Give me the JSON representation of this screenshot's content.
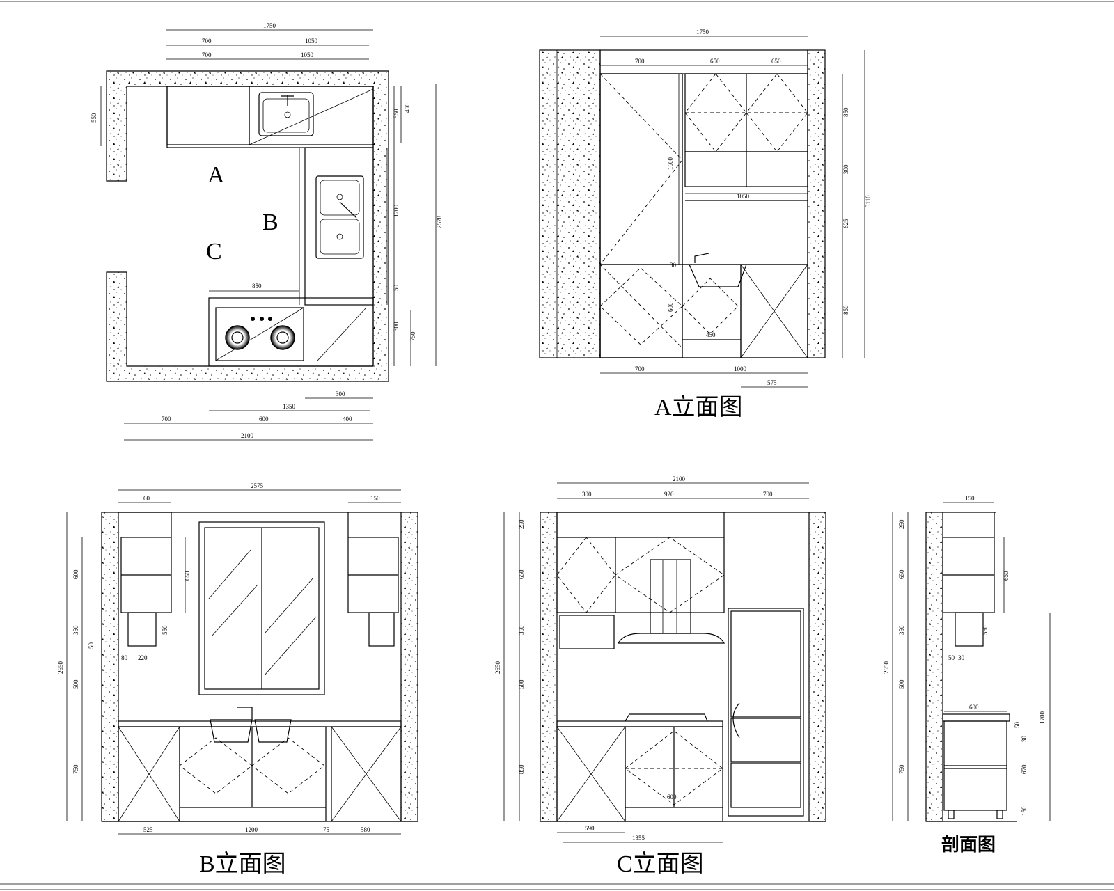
{
  "sheet": {
    "titles": {
      "a_elevation": "A立面图",
      "b_elevation": "B立面图",
      "c_elevation": "C立面图",
      "section": "剖面图"
    },
    "room_labels": {
      "a": "A",
      "b": "B",
      "c": "C"
    }
  },
  "plan": {
    "dims_top": {
      "total": "1750",
      "seg1": "700",
      "seg2": "1050",
      "seg3": "700",
      "seg4": "1050"
    },
    "dims_bottom": {
      "d300": "300",
      "d1350": "1350",
      "d700": "700",
      "d600": "600",
      "d400": "400",
      "d2100": "2100"
    },
    "dims_left": {
      "d550": "550"
    },
    "dims_right": {
      "d450": "450",
      "d550": "550",
      "d1200": "1200",
      "d50": "50",
      "d300": "300",
      "d750": "750",
      "d2578": "2578"
    },
    "stove_dim": "850"
  },
  "a_elev": {
    "dims_top": {
      "total": "1750",
      "d700": "700",
      "d650a": "650",
      "d650b": "650"
    },
    "dims_inner": {
      "d1600": "1600",
      "d1050": "1050",
      "d30": "30",
      "d600": "600",
      "d450": "450"
    },
    "dims_bottom": {
      "d700": "700",
      "d1000": "1000",
      "d575": "575"
    },
    "dims_right": {
      "d850a": "850",
      "d300": "300",
      "d625": "625",
      "d850b": "850",
      "d3110": "3110"
    }
  },
  "b_elev": {
    "dims_top": {
      "total": "2575",
      "d60": "60",
      "d150": "150"
    },
    "dims_inner": {
      "d650": "650",
      "d550": "550",
      "d80": "80",
      "d220": "220",
      "d50": "50"
    },
    "dims_left": {
      "d600": "600",
      "d350": "350",
      "d500": "500",
      "d750": "750",
      "total": "2650"
    },
    "dims_bottom": {
      "d525": "525",
      "d1200": "1200",
      "d75": "75",
      "d580": "580"
    }
  },
  "c_elev": {
    "dims_top": {
      "total": "2100",
      "d300": "300",
      "d920": "920",
      "d700": "700"
    },
    "dims_left": {
      "d250": "250",
      "d650": "650",
      "d350": "350",
      "d500": "500",
      "d850": "850",
      "total": "2650"
    },
    "dims_inner": {
      "d600": "600"
    },
    "dims_bottom": {
      "d590": "590",
      "d1355": "1355"
    }
  },
  "section": {
    "dims_top": {
      "d150": "150"
    },
    "dims_left": {
      "d250": "250",
      "d650": "650",
      "d350": "350",
      "d500": "500",
      "d750": "750",
      "total": "2650"
    },
    "dims_inner": {
      "d650": "650",
      "d550": "550",
      "d50": "50",
      "d30": "30",
      "d600": "600",
      "d50b": "50",
      "d30b": "30",
      "d670": "670",
      "d150": "150",
      "d1700": "1700"
    }
  }
}
